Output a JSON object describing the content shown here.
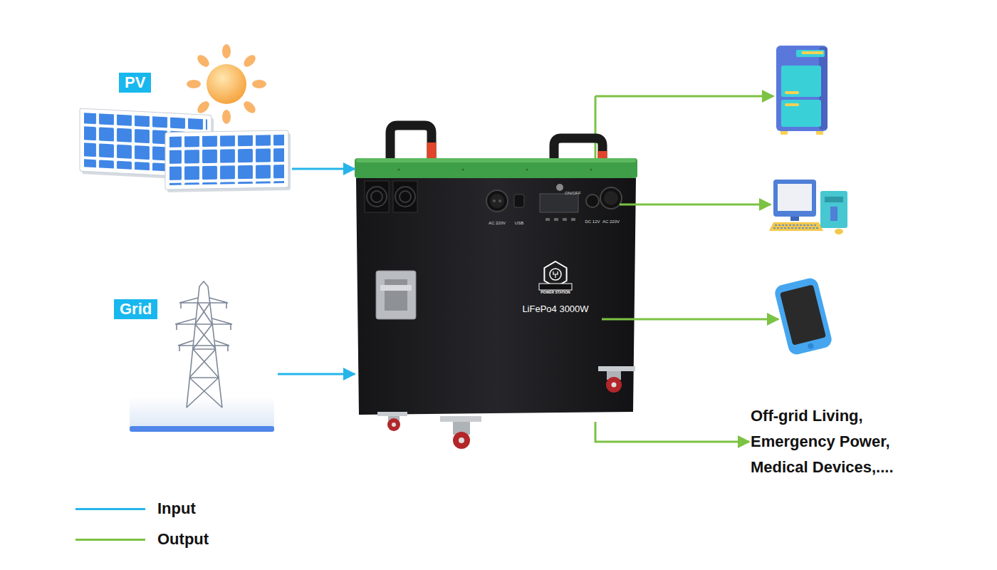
{
  "diagram": {
    "nodes": [
      {
        "text": [
          "PV"
        ]
      },
      {
        "text": [
          "Grid"
        ]
      },
      {
        "text": [
          "POWER STATION",
          "LiFePo4 3000W"
        ]
      },
      {
        "text": [
          "Off-grid Living, Emergency Power, Medical Devices,...."
        ]
      }
    ],
    "edges": [
      {
        "from": 0,
        "to": 2,
        "arrow": "to"
      },
      {
        "from": 1,
        "to": 2,
        "arrow": "to"
      },
      {
        "from": 2,
        "to": 3,
        "arrow": "to"
      }
    ],
    "labels": [
      "ON/OFF",
      "AC 220V",
      "USB",
      "DC 12V",
      "AC 220V"
    ],
    "legend": [
      {
        "text": "Input"
      },
      {
        "text": "Output"
      }
    ]
  }
}
